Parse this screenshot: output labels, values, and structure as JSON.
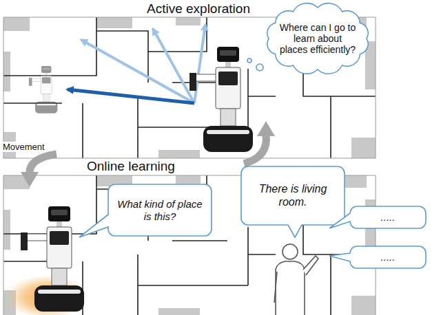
{
  "diagram": {
    "nodes": [
      {
        "text": [
          "Where can I go to learn about places efficiently?"
        ]
      },
      {
        "text": [
          "What kind of place is this?"
        ]
      },
      {
        "text": [
          "There is living room."
        ]
      },
      {
        "text": [
          "....."
        ]
      },
      {
        "text": [
          "....."
        ]
      }
    ],
    "labels": [
      "Active exploration",
      "Movement",
      "Online learning"
    ]
  }
}
